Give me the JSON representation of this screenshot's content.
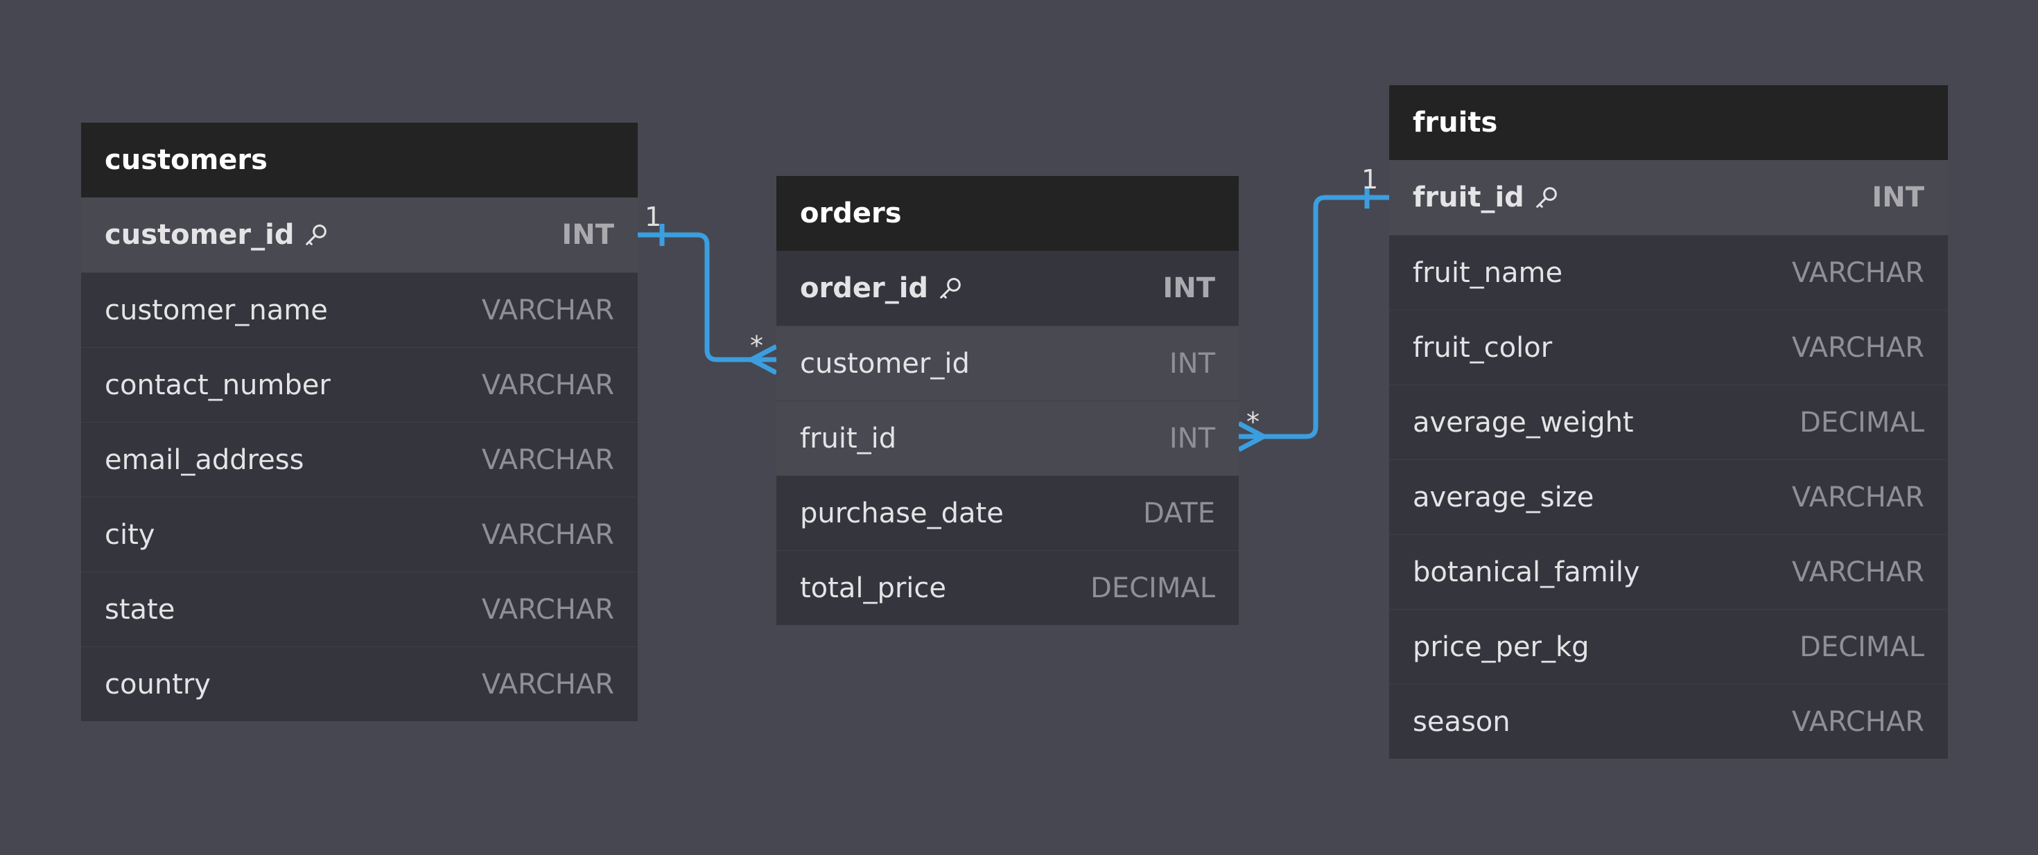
{
  "colors": {
    "background": "#474751",
    "header": "#232323",
    "body": "#35353d",
    "highlight": "#494951",
    "connector": "#3b9fdf"
  },
  "tables": {
    "customers": {
      "name": "customers",
      "columns": [
        {
          "name": "customer_id",
          "type": "INT",
          "pk": true
        },
        {
          "name": "customer_name",
          "type": "VARCHAR"
        },
        {
          "name": "contact_number",
          "type": "VARCHAR"
        },
        {
          "name": "email_address",
          "type": "VARCHAR"
        },
        {
          "name": "city",
          "type": "VARCHAR"
        },
        {
          "name": "state",
          "type": "VARCHAR"
        },
        {
          "name": "country",
          "type": "VARCHAR"
        }
      ]
    },
    "orders": {
      "name": "orders",
      "columns": [
        {
          "name": "order_id",
          "type": "INT",
          "pk": true
        },
        {
          "name": "customer_id",
          "type": "INT"
        },
        {
          "name": "fruit_id",
          "type": "INT"
        },
        {
          "name": "purchase_date",
          "type": "DATE"
        },
        {
          "name": "total_price",
          "type": "DECIMAL"
        }
      ]
    },
    "fruits": {
      "name": "fruits",
      "columns": [
        {
          "name": "fruit_id",
          "type": "INT",
          "pk": true
        },
        {
          "name": "fruit_name",
          "type": "VARCHAR"
        },
        {
          "name": "fruit_color",
          "type": "VARCHAR"
        },
        {
          "name": "average_weight",
          "type": "DECIMAL"
        },
        {
          "name": "average_size",
          "type": "VARCHAR"
        },
        {
          "name": "botanical_family",
          "type": "VARCHAR"
        },
        {
          "name": "price_per_kg",
          "type": "DECIMAL"
        },
        {
          "name": "season",
          "type": "VARCHAR"
        }
      ]
    }
  },
  "relations": [
    {
      "from": "customers.customer_id",
      "to": "orders.customer_id",
      "from_card": "1",
      "to_card": "*"
    },
    {
      "from": "fruits.fruit_id",
      "to": "orders.fruit_id",
      "from_card": "1",
      "to_card": "*"
    }
  ]
}
